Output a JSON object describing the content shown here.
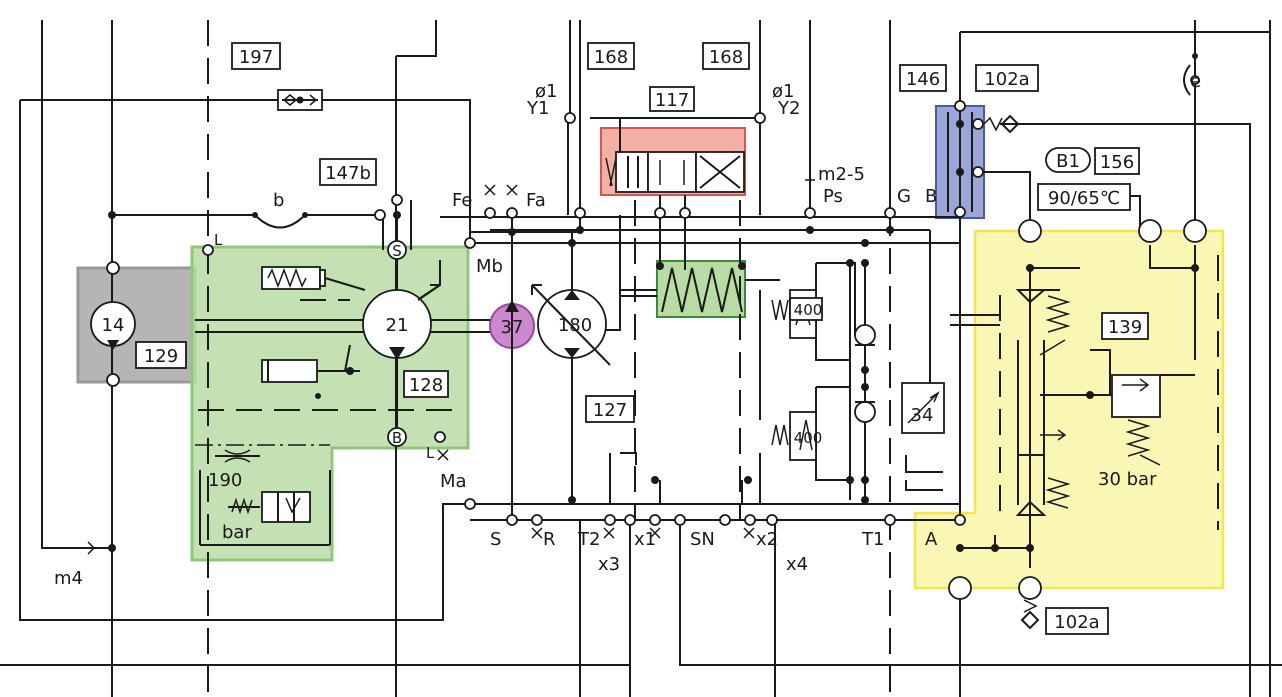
{
  "diagram": {
    "refs": {
      "r197": "197",
      "r168a": "168",
      "r168b": "168",
      "r117": "117",
      "r146": "146",
      "r102a_top": "102a",
      "r147b": "147b",
      "r156": "156",
      "rB1": "B1",
      "r90_65": "90/65℃",
      "r139": "139",
      "r129": "129",
      "r128": "128",
      "r127": "127",
      "r102a_bot": "102a"
    },
    "components": {
      "c14": "14",
      "c21": "21",
      "c37": "37",
      "c180": "180",
      "c34": "34",
      "c400a": "400",
      "c400b": "400",
      "c190": "190"
    },
    "ports": {
      "fe": "Fe",
      "fa": "Fa",
      "mb": "Mb",
      "ma": "Ma",
      "g": "G",
      "b_top": "B",
      "m25": "m2-5",
      "ps": "Ps",
      "y1": "Y1",
      "y2": "Y2",
      "phi1_left": "ø1",
      "phi1_right": "ø1",
      "s": "S",
      "r": "R",
      "t2": "T2",
      "x1": "x1",
      "sn": "SN",
      "x2": "x2",
      "t1": "T1",
      "a": "A",
      "x3": "x3",
      "x4": "x4",
      "m4": "m4",
      "b_line": "b",
      "e_line": "e",
      "l_port": "L",
      "l_port2": "L",
      "b_circle": "B",
      "s_circle": "S",
      "bar_unit": "bar",
      "pressure_30": "30 bar"
    },
    "highlights": {
      "gray": "#b5b5b5",
      "green": "#b9dca4",
      "purple": "#cc88cc",
      "red": "#f4b0a4",
      "blue": "#9aa6d8",
      "yellow": "#faf6b4",
      "yellow_border": "#f2e64a",
      "green_border": "#8fc878"
    }
  }
}
